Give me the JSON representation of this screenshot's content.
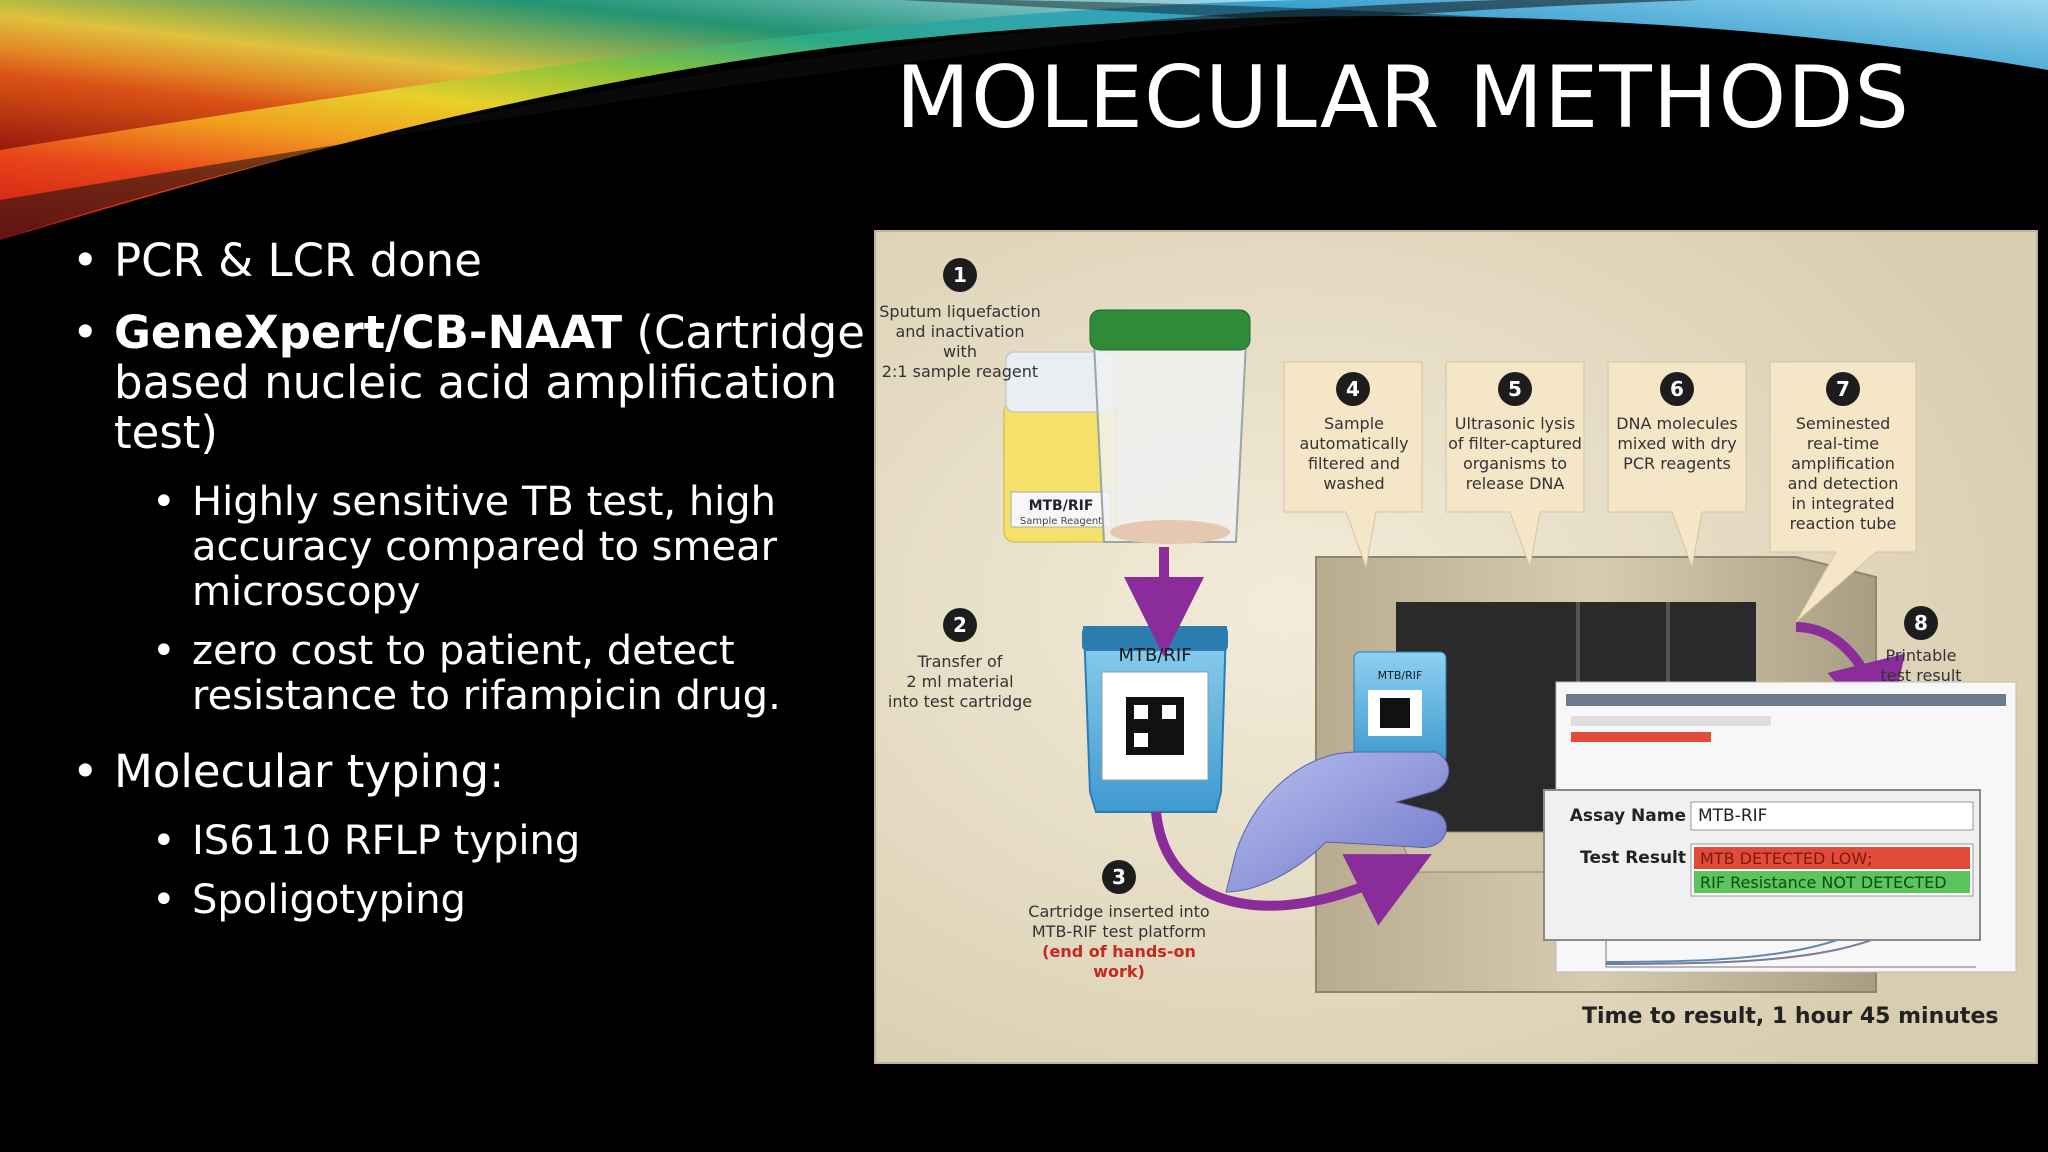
{
  "slide": {
    "title": "MOLECULAR METHODS",
    "bullets": [
      {
        "text": "PCR & LCR done"
      },
      {
        "strong": "GeneXpert/CB-NAAT",
        "text": " (Cartridge based nucleic acid amplification test)",
        "sub": [
          "Highly sensitive TB test, high accuracy compared to smear microscopy",
          "zero cost to patient, detect resistance to rifampicin drug."
        ]
      },
      {
        "text": "Molecular typing:",
        "sub": [
          "IS6110 RFLP typing",
          "Spoligotyping"
        ]
      }
    ]
  },
  "figure": {
    "steps": [
      {
        "n": "1",
        "lines": [
          "Sputum liquefaction",
          "and inactivation with",
          "2:1 sample reagent"
        ]
      },
      {
        "n": "2",
        "lines": [
          "Transfer of",
          "2 ml material",
          "into test cartridge"
        ]
      },
      {
        "n": "3",
        "lines": [
          "Cartridge inserted into",
          "MTB-RIF test platform"
        ],
        "note": "(end of hands-on work)"
      },
      {
        "n": "4",
        "lines": [
          "Sample",
          "automatically",
          "filtered and",
          "washed"
        ]
      },
      {
        "n": "5",
        "lines": [
          "Ultrasonic lysis",
          "of filter-captured",
          "organisms to",
          "release DNA"
        ]
      },
      {
        "n": "6",
        "lines": [
          "DNA molecules",
          "mixed with dry",
          "PCR reagents"
        ]
      },
      {
        "n": "7",
        "lines": [
          "Seminested",
          "real-time",
          "amplification",
          "and detection",
          "in integrated",
          "reaction tube"
        ]
      },
      {
        "n": "8",
        "lines": [
          "Printable",
          "test result"
        ]
      }
    ],
    "vial_label": "MTB/RIF",
    "vial_sublabel": "Sample Reagent",
    "cartridge_label": "MTB/RIF",
    "small_cartridge_label": "MTB/RIF",
    "result_panel": {
      "assay_label": "Assay Name",
      "assay_value": "MTB-RIF",
      "result_label": "Test Result",
      "result_line1": "MTB DETECTED LOW;",
      "result_line2": "RIF Resistance NOT DETECTED"
    },
    "time_to_result": "Time to result, 1 hour 45 minutes",
    "colors": {
      "arrow": "#8a2d9a",
      "callout": "#f6e6c8",
      "background": "#e6dcc3",
      "cartridge": "#4ea8de",
      "cap": "#2f8a3a"
    }
  }
}
